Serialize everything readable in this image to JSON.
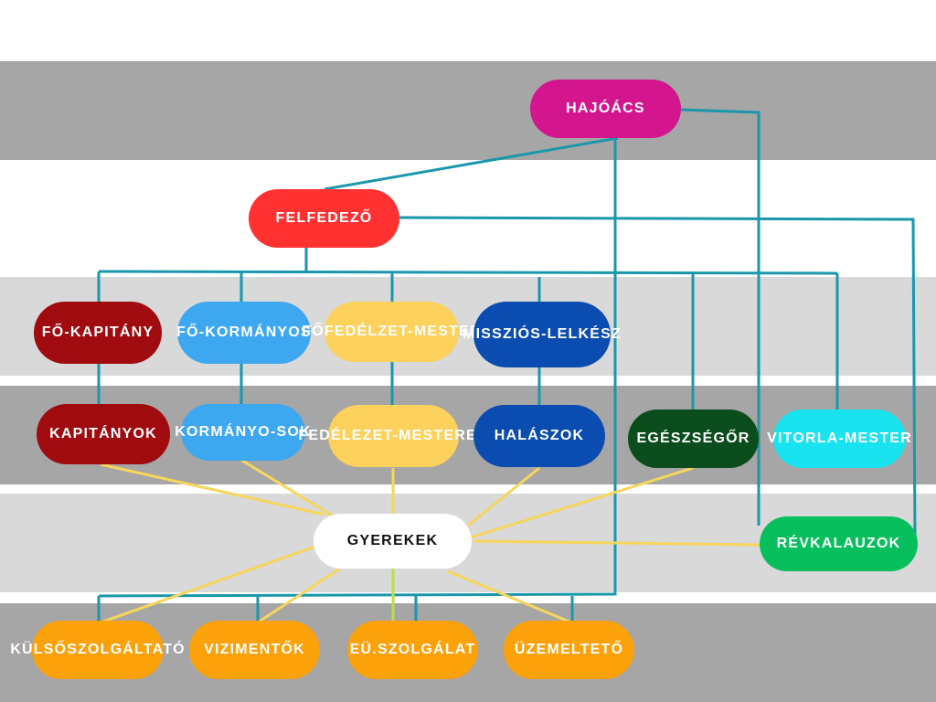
{
  "colors": {
    "background": "#ffffff",
    "band_dark": "#a6a6a6",
    "band_light": "#d9d9d9",
    "link_blue": "#1a97ab",
    "link_yellow": "#f7d65c",
    "link_green": "#b8e04a"
  },
  "nodes": {
    "hajoacs": {
      "lines": [
        "HAJÓÁCS"
      ],
      "color": "#d3168e",
      "text_color": "#ffffff"
    },
    "felfedezo": {
      "lines": [
        "FELFEDEZŐ"
      ],
      "color": "#ff3131",
      "text_color": "#ffffff"
    },
    "fokapitany": {
      "lines": [
        "FŐ-",
        "KAPITÁNY"
      ],
      "color": "#a00b10",
      "text_color": "#ffffff"
    },
    "fokormanyos": {
      "lines": [
        "FŐ-",
        "KORMÁNYOS"
      ],
      "color": "#3da7f0",
      "text_color": "#ffffff"
    },
    "fofedelzetmester": {
      "lines": [
        "FŐFEDÉLZET-",
        "MESTER"
      ],
      "color": "#fcd15c",
      "text_color": "#ffffff"
    },
    "missziolelkesz": {
      "lines": [
        "MISSZIÓS-",
        "LELKÉSZ"
      ],
      "color": "#0a4caf",
      "text_color": "#ffffff"
    },
    "kapitanyok": {
      "lines": [
        "KAPITÁNYOK"
      ],
      "color": "#a00b10",
      "text_color": "#ffffff"
    },
    "kormanyosok": {
      "lines": [
        "KORMÁNYO-",
        "SOK"
      ],
      "color": "#3da7f0",
      "text_color": "#ffffff"
    },
    "fedelezetmesterek": {
      "lines": [
        "FEDÉLEZET-",
        "MESTEREK"
      ],
      "color": "#fcd15c",
      "text_color": "#ffffff"
    },
    "halaszok": {
      "lines": [
        "HALÁSZOK"
      ],
      "color": "#0a4caf",
      "text_color": "#ffffff"
    },
    "egeszsegor": {
      "lines": [
        "EGÉSZSÉGŐR"
      ],
      "color": "#0b4d1c",
      "text_color": "#ffffff"
    },
    "vitorlamester": {
      "lines": [
        "VITORLA-",
        "MESTER"
      ],
      "color": "#18e3ef",
      "text_color": "#ffffff"
    },
    "gyerekek": {
      "lines": [
        "GYEREKEK"
      ],
      "color": "#ffffff",
      "text_color": "#111111"
    },
    "revkalauzok": {
      "lines": [
        "RÉVKALAUZOK"
      ],
      "color": "#07bf5c",
      "text_color": "#ffffff"
    },
    "kulso": {
      "lines": [
        "KÜLSŐ",
        "SZOLGÁLTATÓ"
      ],
      "color": "#fba10a",
      "text_color": "#ffffff"
    },
    "vizimentok": {
      "lines": [
        "VIZIMENTŐK"
      ],
      "color": "#fba10a",
      "text_color": "#ffffff"
    },
    "eu": {
      "lines": [
        "EÜ.",
        "SZOLGÁLAT"
      ],
      "color": "#fba10a",
      "text_color": "#ffffff"
    },
    "uzemelteto": {
      "lines": [
        "ÜZEMELTETŐ"
      ],
      "color": "#fba10a",
      "text_color": "#ffffff"
    }
  }
}
